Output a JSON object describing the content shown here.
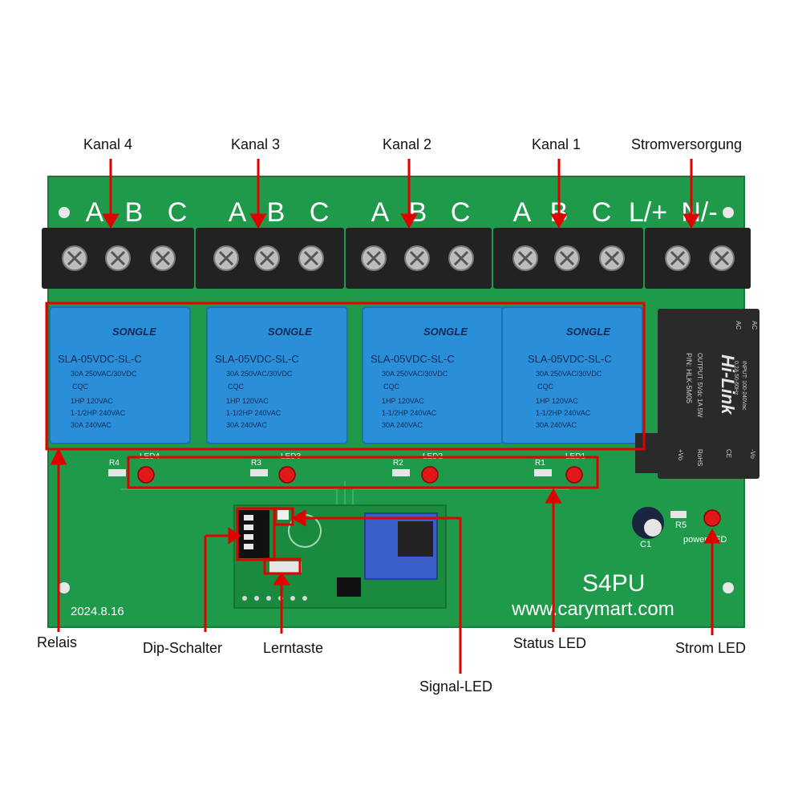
{
  "callouts": {
    "kanal4": "Kanal 4",
    "kanal3": "Kanal 3",
    "kanal2": "Kanal 2",
    "kanal1": "Kanal 1",
    "stromversorgung": "Stromversorgung",
    "relais": "Relais",
    "dip_schalter": "Dip-Schalter",
    "lerntaste": "Lerntaste",
    "signal_led": "Signal-LED",
    "status_led": "Status LED",
    "strom_led": "Strom LED"
  },
  "terminals": {
    "a": "A",
    "b": "B",
    "c": "C",
    "l": "L/+",
    "n": "N/-"
  },
  "relay": {
    "brand": "SONGLE",
    "model": "SLA-05VDC-SL-C",
    "rating": "30A 250VAC/30VDC",
    "hp1": "1HP 120VAC",
    "hp2": "1-1/2HP 240VAC",
    "amp": "30A 240VAC",
    "cqc": "CQC"
  },
  "leds": {
    "led4": "LED4",
    "led3": "LED3",
    "led2": "LED2",
    "led1": "LED1",
    "r4": "R4",
    "r3": "R3",
    "r2": "R2",
    "r1": "R1",
    "r5": "R5",
    "c1": "C1",
    "power": "power LED"
  },
  "psu": {
    "brand": "Hi-Link",
    "model": "P/N: HLK-5M05",
    "input": "INPUT: 100-240Vac",
    "input2": "0.2A 50-60Hz",
    "output": "OUTPUT: 5Vdc 1A 5W",
    "ac": "AC",
    "vo_pos": "+Vo",
    "vo_neg": "-Vo",
    "rohs": "RoHS",
    "ce": "CE"
  },
  "board": {
    "model": "S4PU",
    "url": "www.carymart.com",
    "date": "2024.8.16"
  },
  "colors": {
    "pcb": "#1f9a4a",
    "pcb_dark": "#177a3a",
    "relay": "#2a8fd8",
    "callout": "#e00000",
    "terminal": "#222222",
    "psu": "#2a2a2a"
  }
}
